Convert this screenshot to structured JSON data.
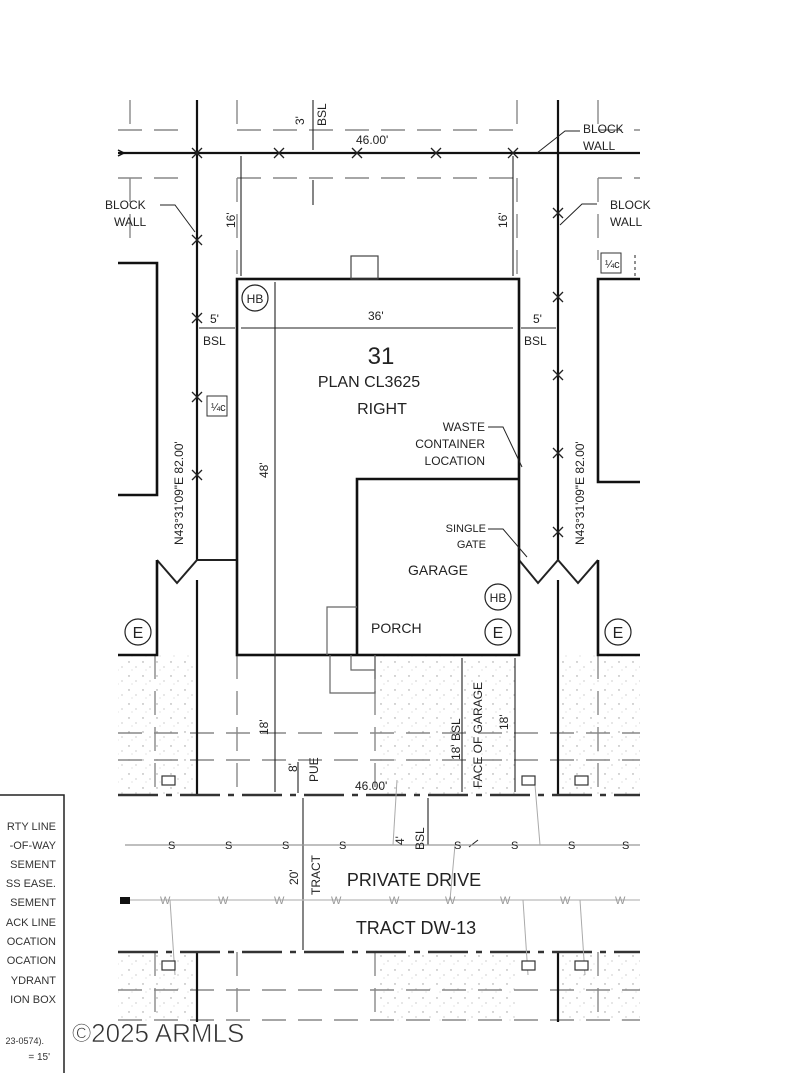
{
  "lot": {
    "number": "31",
    "plan": "PLAN CL3625",
    "orientation": "RIGHT"
  },
  "dimensions": {
    "rear_setback": "3'",
    "rear_setback_label": "BSL",
    "top_width": "46.00'",
    "bottom_width": "46.00'",
    "rear_left": "16'",
    "rear_right": "16'",
    "side_left": "5'",
    "side_left_label": "BSL",
    "side_right": "5'",
    "side_right_label": "BSL",
    "house_width": "36'",
    "house_depth": "48'",
    "front_left": "18'",
    "front_right": "18'",
    "front_bsl": "18' BSL",
    "face_of_garage": "FACE OF GARAGE",
    "pue_depth": "8'",
    "pue_label": "PUE",
    "tract_width": "20'",
    "tract_label": "TRACT",
    "drive_setback": "4'",
    "drive_setback_label": "BSL",
    "left_bearing": "N43°31'09\"E 82.00'",
    "right_bearing": "N43°31'09\"E 82.00'"
  },
  "labels": {
    "block_wall_top": [
      "BLOCK",
      "WALL"
    ],
    "block_wall_left": [
      "BLOCK",
      "WALL"
    ],
    "block_wall_right": [
      "BLOCK",
      "WALL"
    ],
    "waste_container": [
      "WASTE",
      "CONTAINER",
      "LOCATION"
    ],
    "single_gate": [
      "SINGLE",
      "GATE"
    ],
    "garage": "GARAGE",
    "porch": "PORCH",
    "hose_bib": "HB",
    "electric": "E",
    "private_drive": "PRIVATE DRIVE",
    "tract_name": "TRACT DW-13",
    "sewer": "S",
    "water": "W"
  },
  "legend": {
    "items": [
      "RTY LINE",
      "-OF-WAY",
      "SEMENT",
      "SS EASE.",
      "SEMENT",
      "ACK LINE",
      "OCATION",
      "OCATION",
      "YDRANT",
      "ION BOX",
      "23-0574).",
      "= 15'"
    ]
  },
  "watermark": "©2025 ARMLS"
}
